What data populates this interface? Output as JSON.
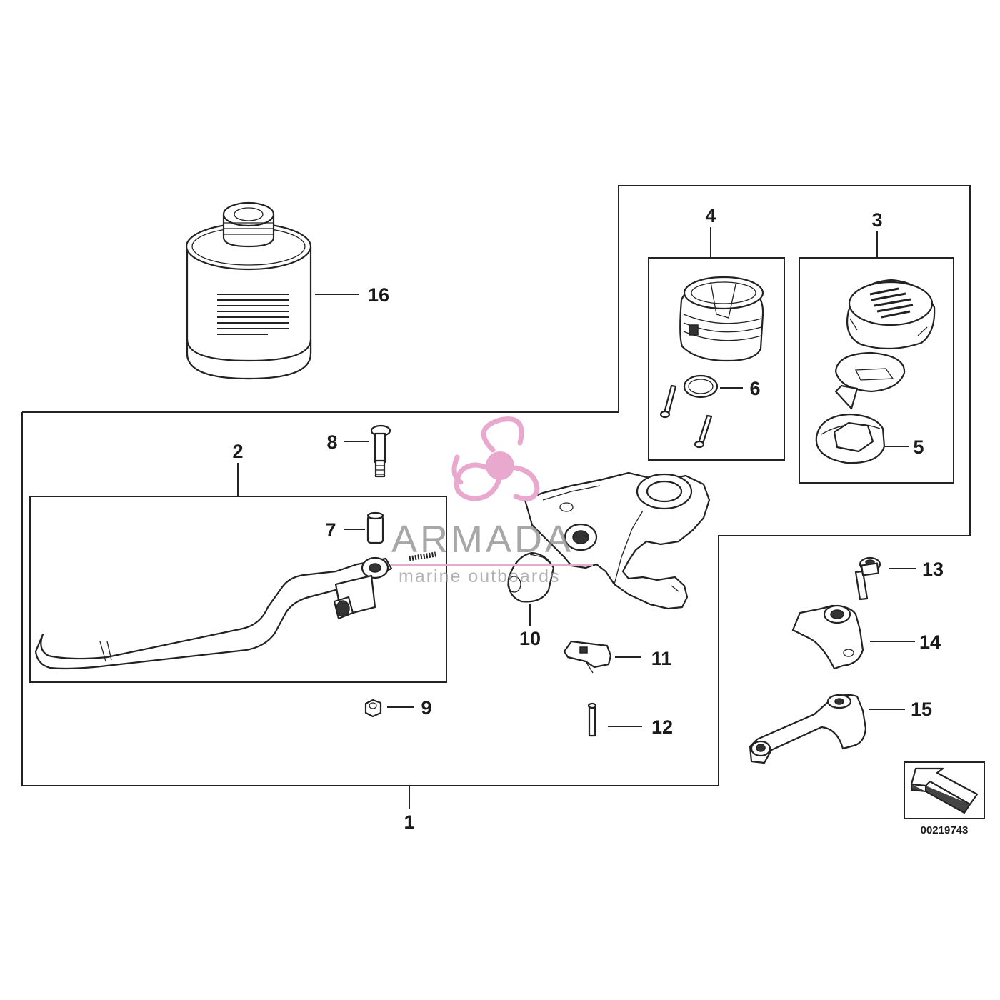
{
  "diagram": {
    "callouts": [
      "1",
      "2",
      "3",
      "4",
      "5",
      "6",
      "7",
      "8",
      "9",
      "10",
      "11",
      "12",
      "13",
      "14",
      "15",
      "16"
    ],
    "reference_number": "00219743",
    "watermark": {
      "brand": "ARMADA",
      "tagline": "marine outboards",
      "colors": {
        "propeller": "#e9a9cf",
        "text": "#8a8a8a"
      }
    },
    "icons": [
      "oil-can",
      "brake-lever",
      "master-cylinder",
      "reservoir",
      "reservoir-cap",
      "clamp",
      "orientation-arrow"
    ]
  }
}
